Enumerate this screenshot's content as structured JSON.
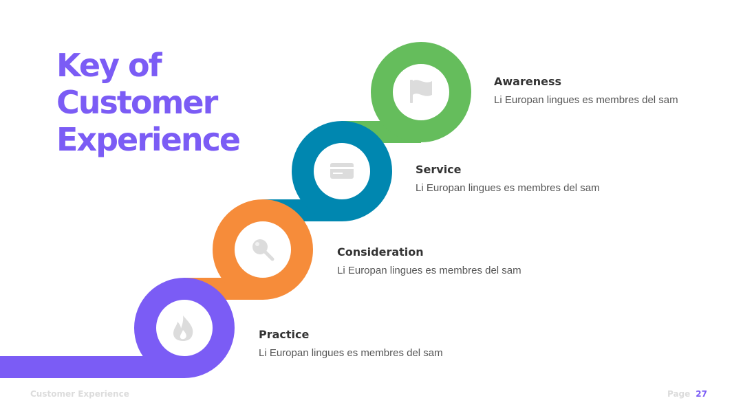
{
  "title": [
    "Key of",
    "Customer",
    "Experience"
  ],
  "colors": {
    "accent": "#7b5cf5",
    "practice": "#7b5cf5",
    "consideration": "#f68c3a",
    "service": "#0087b0",
    "awareness": "#65bd5c",
    "icon": "#dcdcdc"
  },
  "steps": [
    {
      "title": "Practice",
      "description": "Li Europan lingues es membres del sam",
      "icon": "flame-icon",
      "color": "#7b5cf5"
    },
    {
      "title": "Consideration",
      "description": "Li Europan lingues es membres del sam",
      "icon": "magnifier-icon",
      "color": "#f68c3a"
    },
    {
      "title": "Service",
      "description": "Li Europan lingues es membres del sam",
      "icon": "credit-card-icon",
      "color": "#0087b0"
    },
    {
      "title": "Awareness",
      "description": "Li Europan lingues es membres del sam",
      "icon": "flag-icon",
      "color": "#65bd5c"
    }
  ],
  "footer": {
    "left": "Customer Experience",
    "page_label": "Page",
    "page_number": "27"
  }
}
